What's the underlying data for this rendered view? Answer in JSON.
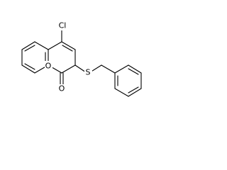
{
  "molecule": {
    "atoms": {
      "chlorine": "Cl",
      "ring_oxygen": "O",
      "carbonyl_oxygen": "O",
      "sulfur": "S"
    }
  }
}
